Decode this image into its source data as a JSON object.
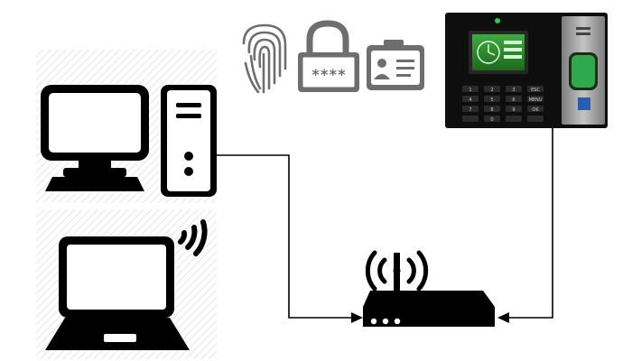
{
  "diagram": {
    "nodes": [
      {
        "id": "desktop-computer",
        "icon": "desktop-computer-icon"
      },
      {
        "id": "laptop",
        "icon": "wireless-laptop-icon"
      },
      {
        "id": "router",
        "icon": "wireless-router-icon"
      },
      {
        "id": "attendance-terminal",
        "icon": "time-attendance-terminal"
      }
    ],
    "edges": [
      {
        "from": "desktop-computer",
        "to": "router"
      },
      {
        "from": "attendance-terminal",
        "to": "router"
      }
    ],
    "auth_methods": [
      {
        "name": "fingerprint",
        "icon": "fingerprint-icon"
      },
      {
        "name": "password",
        "icon": "padlock-password-icon",
        "text": "****"
      },
      {
        "name": "id-card",
        "icon": "id-card-icon"
      }
    ],
    "terminal": {
      "keypad": [
        "1",
        "2",
        "3",
        "ESC",
        "4",
        "5",
        "6",
        "MENU",
        "7",
        "8",
        "9",
        "OK",
        "",
        "0",
        "",
        ""
      ]
    }
  },
  "colors": {
    "icon": "#000000",
    "auth_icon": "#6e6e6e",
    "screen_green": "#2f8f2f",
    "terminal_body": "#0e0e0e",
    "terminal_panel": "#9a9a9a"
  }
}
